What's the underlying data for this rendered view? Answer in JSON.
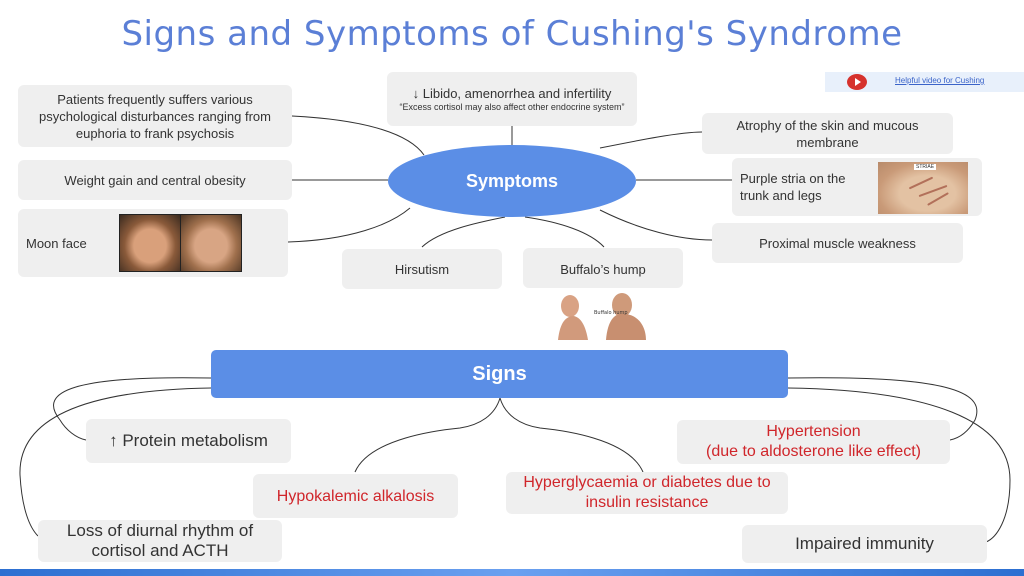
{
  "title": "Signs and Symptoms of Cushing's Syndrome",
  "video_link": "Helpful video for Cushing",
  "symptoms": {
    "center": "Symptoms",
    "libido": "↓ Libido, amenorrhea and infertility",
    "libido_note": "“Excess cortisol may also affect other endocrine system”",
    "psych": "Patients frequently suffers various psychological disturbances ranging from euphoria to frank psychosis",
    "weight": "Weight gain and central obesity",
    "moon": "Moon face",
    "hirsutism": "Hirsutism",
    "buffalo": "Buffalo’s hump",
    "atrophy": "Atrophy of the skin and mucous membrane",
    "purple": "Purple stria on the trunk and legs",
    "proximal": "Proximal muscle weakness",
    "striae_label": "STRIAE",
    "buffalo_label": "Buffalo hump"
  },
  "signs": {
    "center": "Signs",
    "protein": "↑ Protein metabolism",
    "hypokalemic": "Hypokalemic alkalosis",
    "hyperglycaemia": "Hyperglycaemia or diabetes due to insulin resistance",
    "hypertension_1": "Hypertension",
    "hypertension_2": "(due to aldosterone like effect)",
    "diurnal": "Loss of diurnal rhythm of cortisol and ACTH",
    "immunity": "Impaired immunity"
  },
  "colors": {
    "accent": "#5b8ee6",
    "title": "#5b7fd6",
    "alert": "#d0262b",
    "box": "#efefef"
  },
  "icons": {
    "video": "youtube-play-icon"
  }
}
